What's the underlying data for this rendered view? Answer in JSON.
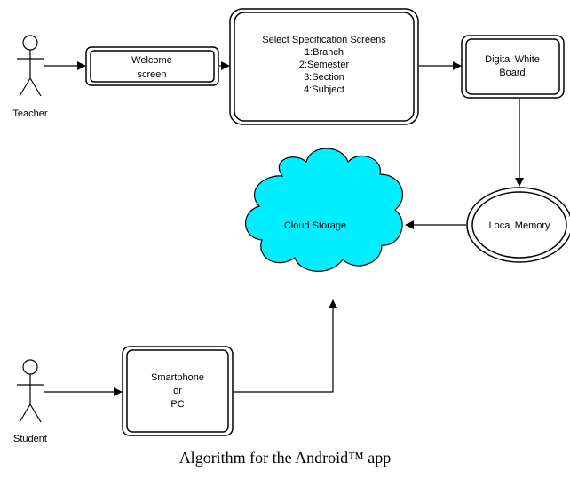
{
  "diagram": {
    "actors": {
      "teacher": "Teacher",
      "student": "Student"
    },
    "nodes": {
      "welcome": [
        "Welcome",
        "screen"
      ],
      "select": [
        "Select Specification Screens",
        "1:Branch",
        "2:Semester",
        "3:Section",
        "4:Subject"
      ],
      "whiteboard": [
        "Digital White",
        "Board"
      ],
      "cloud": [
        "Cloud Storage"
      ],
      "memory": [
        "Local Memory"
      ],
      "device": [
        "Smartphone",
        "or",
        "PC"
      ]
    },
    "colors": {
      "cloud_fill": "#00eeff",
      "stroke": "#000000"
    }
  },
  "caption": "Algorithm for the Android™ app"
}
